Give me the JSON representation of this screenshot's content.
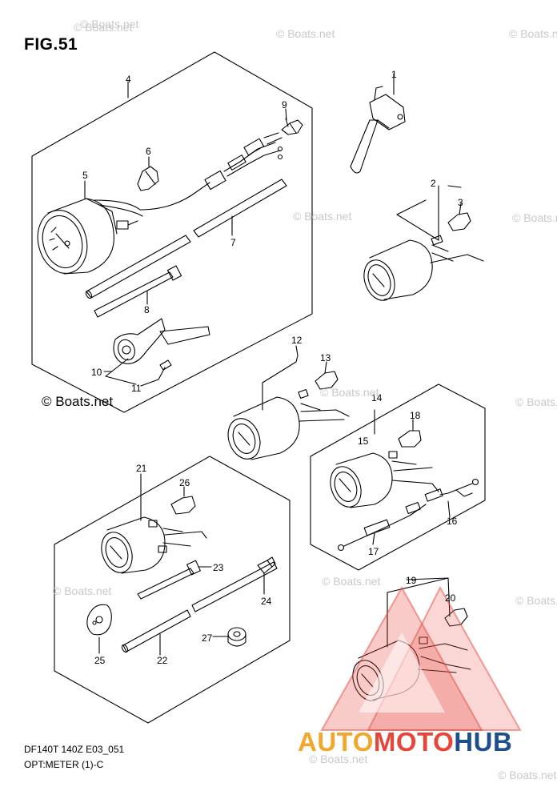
{
  "figure": {
    "title": "FIG.51",
    "code": "DF140T 140Z E03_051",
    "subtitle": "OPT:METER (1)-C"
  },
  "watermark": {
    "text": "© Boats.net",
    "count": 14
  },
  "parts": {
    "callouts": [
      "1",
      "2",
      "3",
      "4",
      "5",
      "6",
      "7",
      "8",
      "9",
      "10",
      "11",
      "12",
      "13",
      "14",
      "15",
      "16",
      "17",
      "18",
      "19",
      "20",
      "21",
      "22",
      "23",
      "24",
      "25",
      "26",
      "27"
    ]
  },
  "logo": {
    "part1": "AUTO",
    "part2": "MOTO",
    "part3": "HUB",
    "colors": {
      "auto": "#f2a62c",
      "moto": "#e8453a",
      "hub": "#1e4f8c",
      "triangle": "#e8453a"
    }
  },
  "colors": {
    "line": "#000000",
    "watermark": "#c8c8c8",
    "background": "#ffffff"
  }
}
